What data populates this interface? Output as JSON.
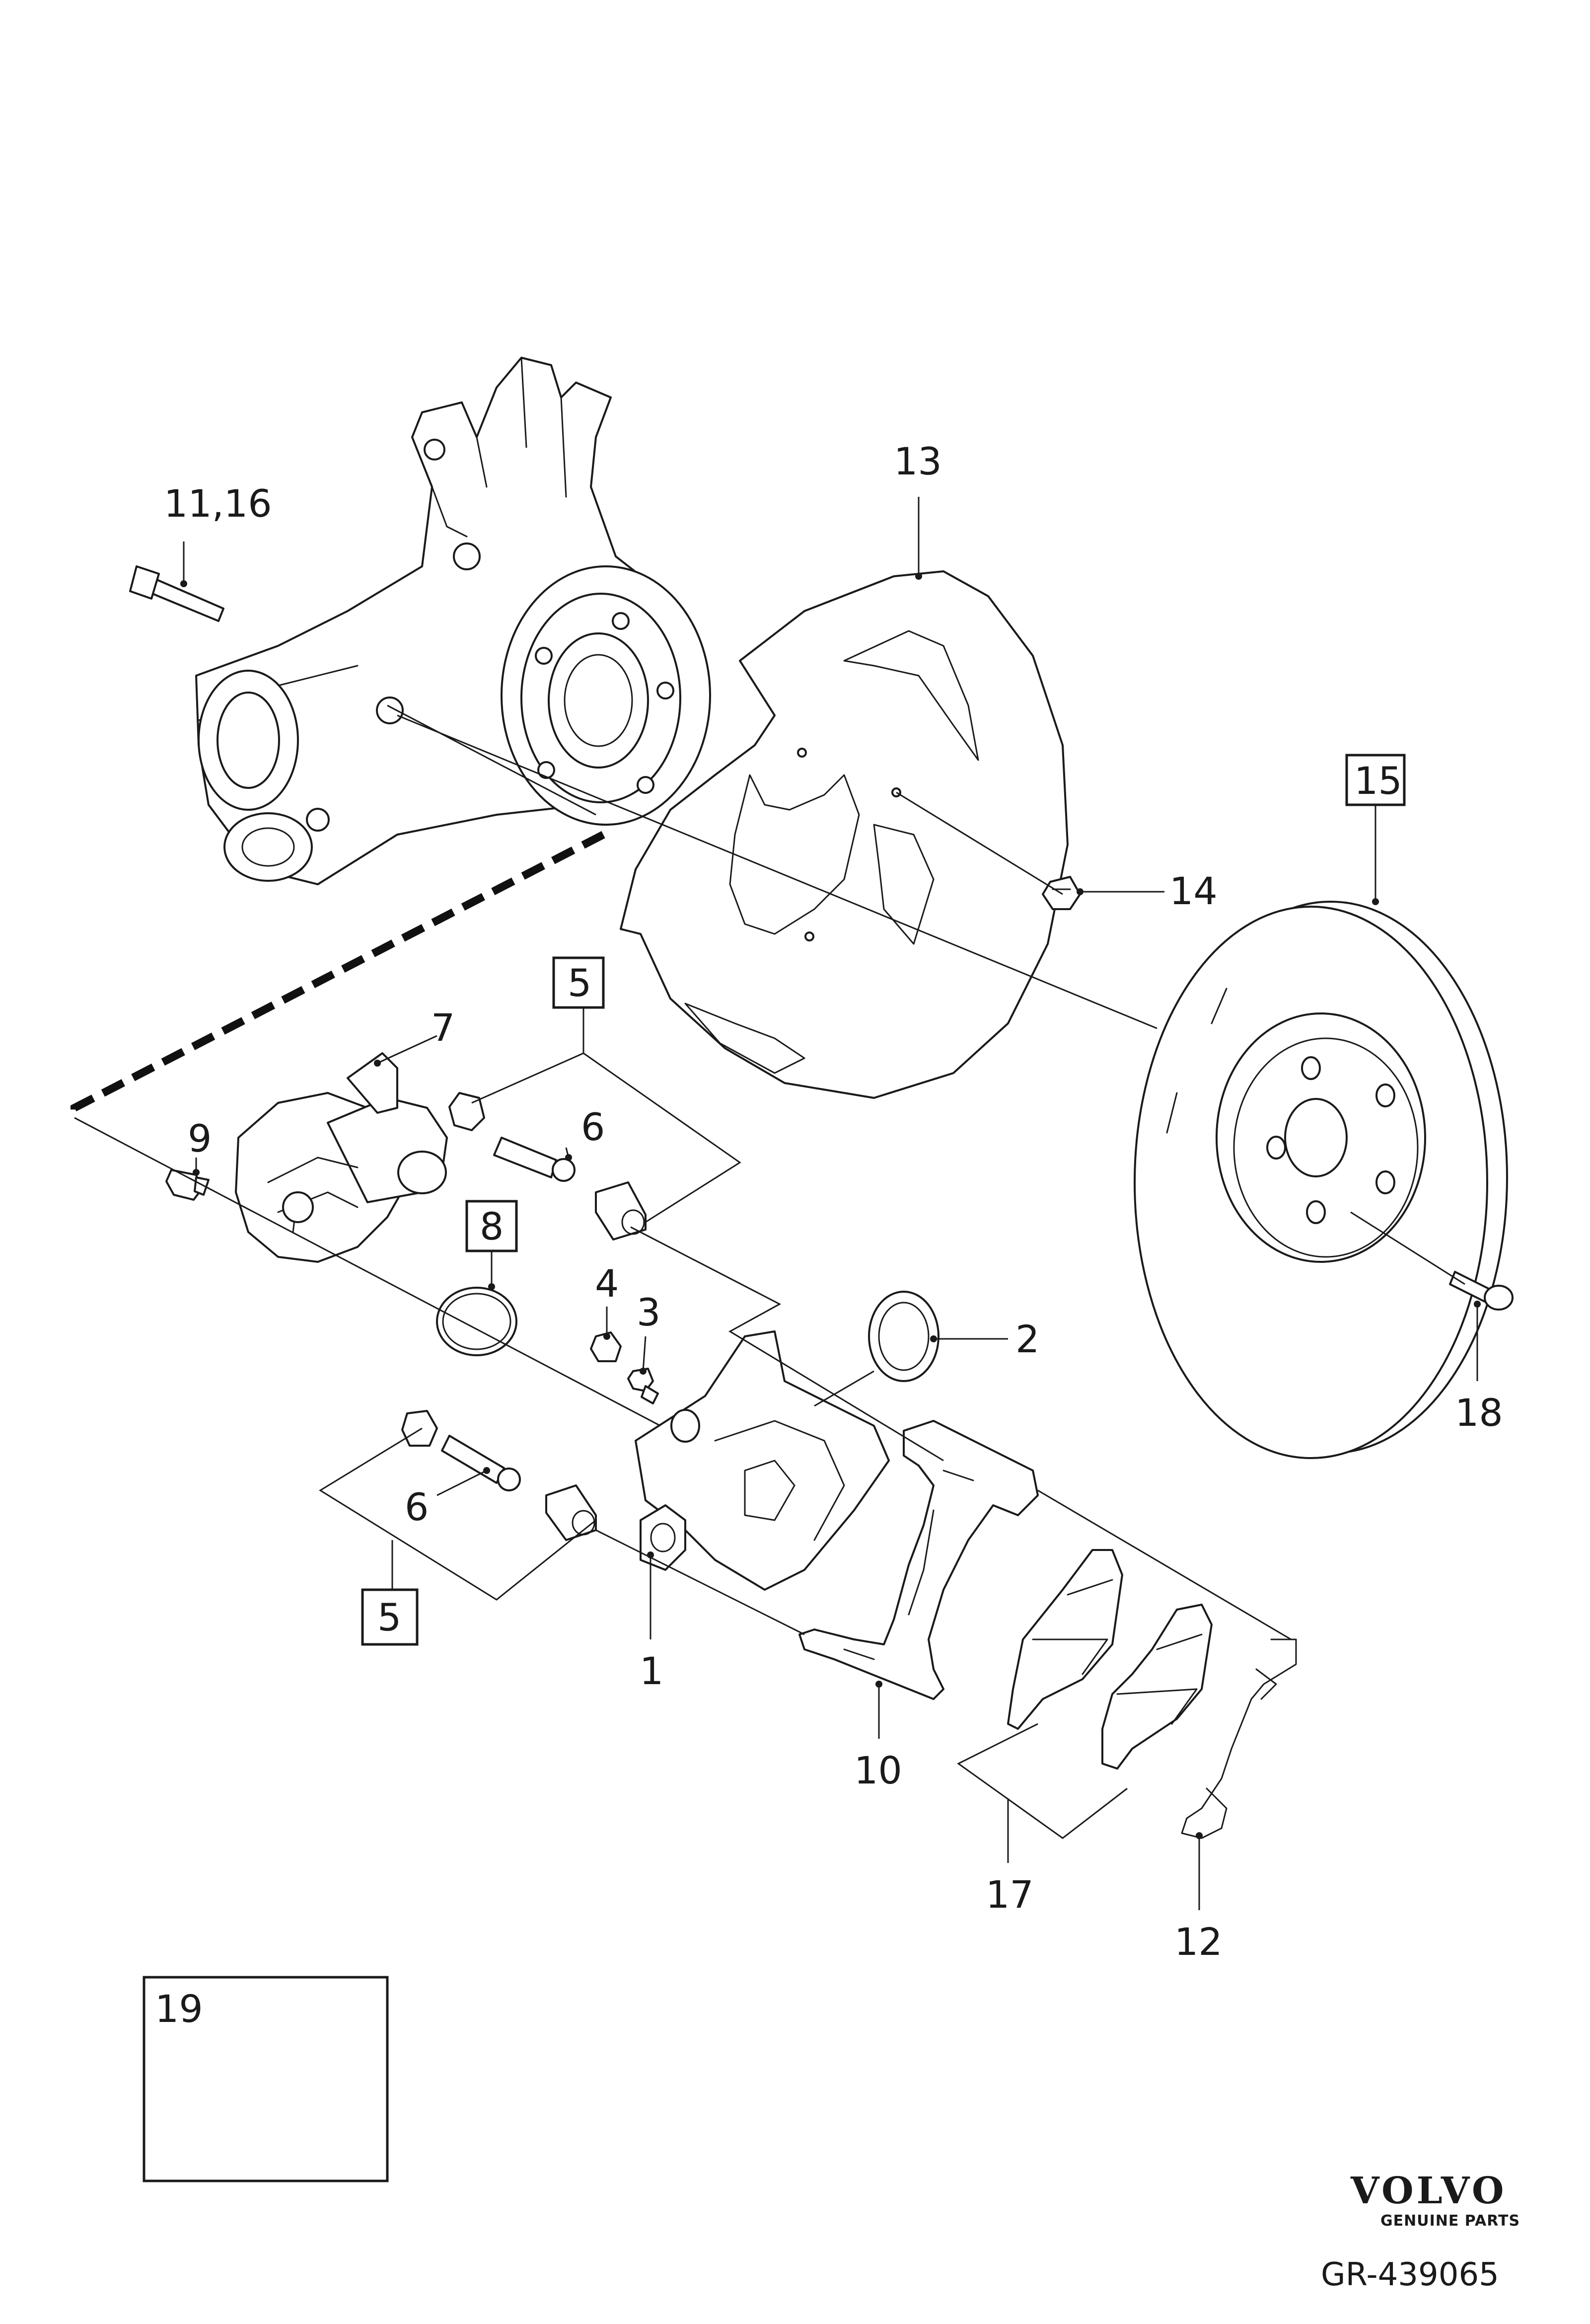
{
  "diagram": {
    "callouts": [
      {
        "label": "11,16"
      },
      {
        "label": "13"
      },
      {
        "label": "15",
        "boxed": true
      },
      {
        "label": "14"
      },
      {
        "label": "5",
        "boxed": true
      },
      {
        "label": "7"
      },
      {
        "label": "9"
      },
      {
        "label": "6"
      },
      {
        "label": "8",
        "boxed": true
      },
      {
        "label": "4"
      },
      {
        "label": "3"
      },
      {
        "label": "2"
      },
      {
        "label": "18"
      },
      {
        "label": "6"
      },
      {
        "label": "5",
        "boxed": true
      },
      {
        "label": "1"
      },
      {
        "label": "10"
      },
      {
        "label": "17"
      },
      {
        "label": "12"
      },
      {
        "label": "19"
      }
    ],
    "brand": {
      "name": "VOLVO",
      "tagline": "GENUINE PARTS"
    },
    "reference": "GR-439065"
  }
}
